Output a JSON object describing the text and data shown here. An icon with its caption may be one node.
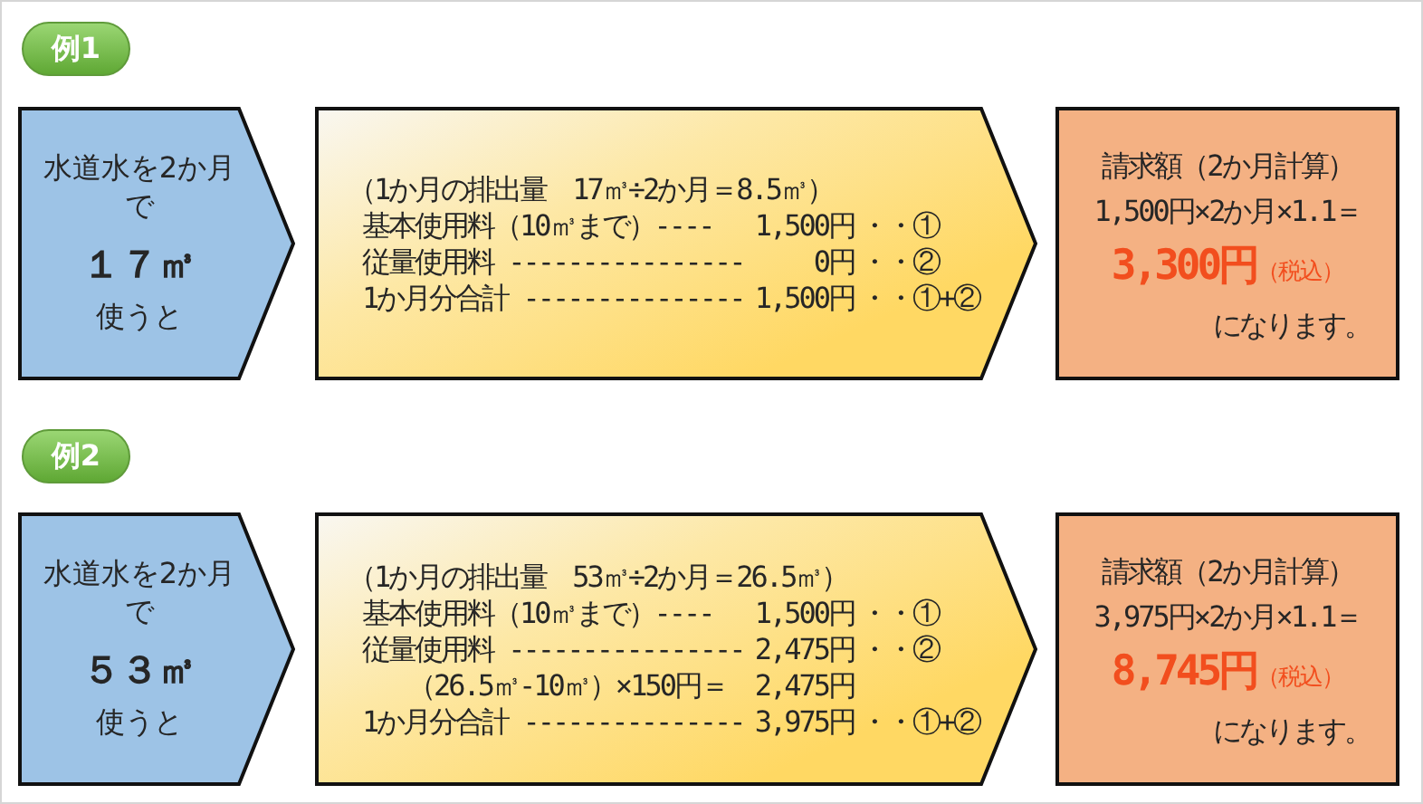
{
  "diagram": {
    "nodes": [
      {
        "text": [
          "例1"
        ]
      },
      {
        "text": [
          "水道水を2か月で",
          "１７㎥",
          "使うと"
        ]
      },
      {
        "text": [
          "（1か月の排出量　17㎥÷2か月＝8.5㎥）",
          "基本使用料（10㎥まで）----",
          "1,500円",
          "・・①",
          "従量使用料 ----------------",
          "0円",
          "・・②",
          "1か月分合計 ---------------",
          "1,500円",
          "・・①+②"
        ]
      },
      {
        "text": [
          "請求額（2か月計算）",
          "1,500円×2か月×1.1＝",
          "3,300円",
          "（税込）",
          "になります。"
        ]
      },
      {
        "text": [
          "例2"
        ]
      },
      {
        "text": [
          "水道水を2か月で",
          "５３㎥",
          "使うと"
        ]
      },
      {
        "text": [
          "（1か月の排出量　53㎥÷2か月＝26.5㎥）",
          "基本使用料（10㎥まで）----",
          "1,500円",
          "・・①",
          "従量使用料 ----------------",
          "2,475円",
          "・・②",
          "（26.5㎥-10㎥）×150円＝",
          "2,475円",
          "1か月分合計 ---------------",
          "3,975円",
          "・・①+②"
        ]
      },
      {
        "text": [
          "請求額（2か月計算）",
          "3,975円×2か月×1.1＝",
          "8,745円",
          "（税込）",
          "になります。"
        ]
      }
    ]
  }
}
